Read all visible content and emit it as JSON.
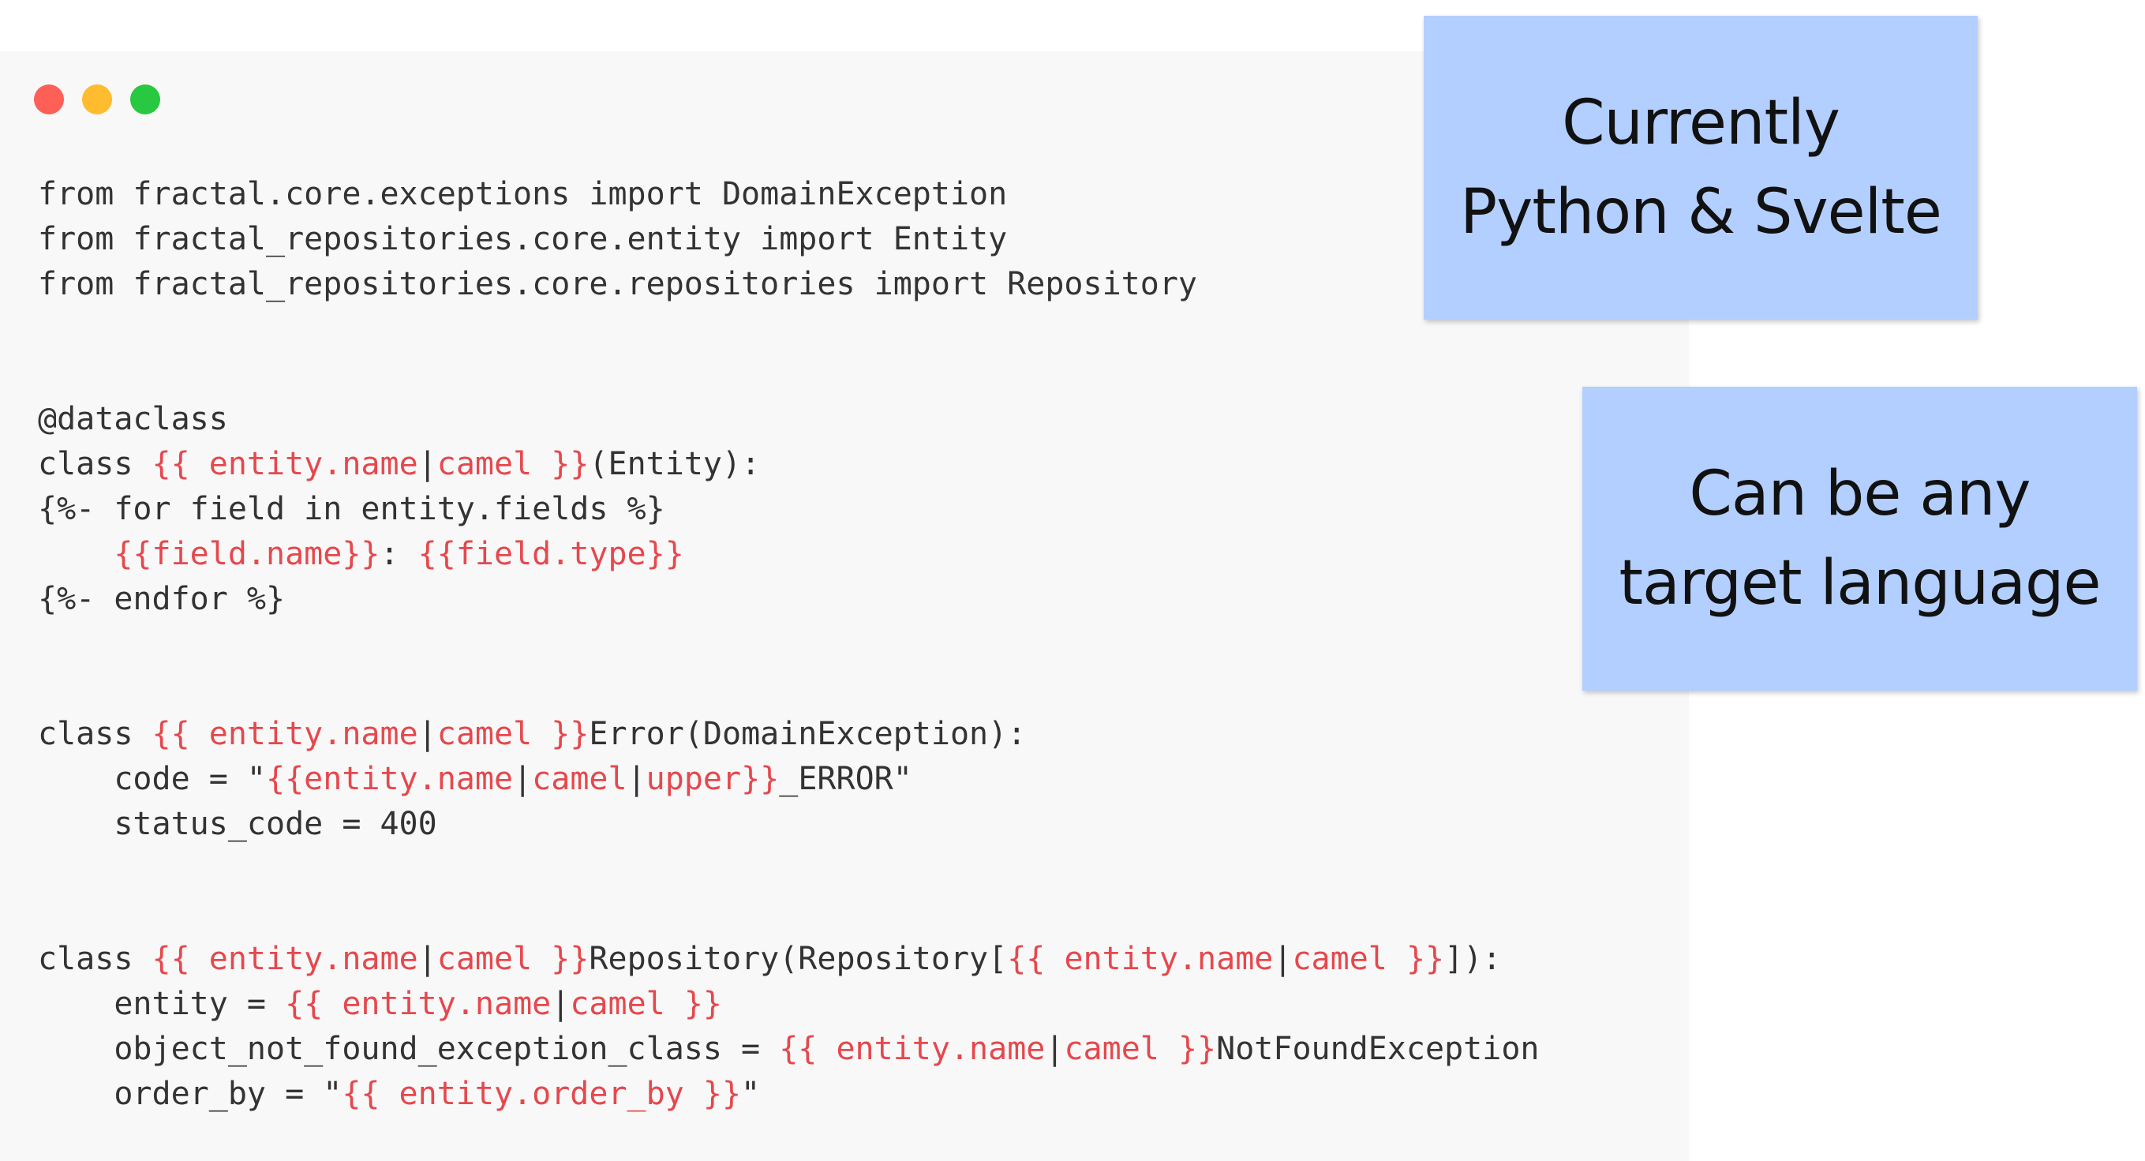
{
  "window": {
    "buttons": {
      "close": "close-button",
      "minimize": "minimize-button",
      "zoom": "zoom-button"
    }
  },
  "code": {
    "lines": [
      [
        {
          "t": "from fractal.core.exceptions import DomainException",
          "k": "plain"
        }
      ],
      [
        {
          "t": "from fractal_repositories.core.entity import Entity",
          "k": "plain"
        }
      ],
      [
        {
          "t": "from fractal_repositories.core.repositories import Repository",
          "k": "plain"
        }
      ],
      [],
      [],
      [
        {
          "t": "@dataclass",
          "k": "plain"
        }
      ],
      [
        {
          "t": "class ",
          "k": "plain"
        },
        {
          "t": "{{ entity.name",
          "k": "tpl"
        },
        {
          "t": "|",
          "k": "plain"
        },
        {
          "t": "camel }}",
          "k": "tpl"
        },
        {
          "t": "(Entity):",
          "k": "plain"
        }
      ],
      [
        {
          "t": "{%- for field in entity.fields %}",
          "k": "plain"
        }
      ],
      [
        {
          "t": "    ",
          "k": "plain"
        },
        {
          "t": "{{field.name}}",
          "k": "tpl"
        },
        {
          "t": ": ",
          "k": "plain"
        },
        {
          "t": "{{field.type}}",
          "k": "tpl"
        }
      ],
      [
        {
          "t": "{%- endfor %}",
          "k": "plain"
        }
      ],
      [],
      [],
      [
        {
          "t": "class ",
          "k": "plain"
        },
        {
          "t": "{{ entity.name",
          "k": "tpl"
        },
        {
          "t": "|",
          "k": "plain"
        },
        {
          "t": "camel }}",
          "k": "tpl"
        },
        {
          "t": "Error(DomainException):",
          "k": "plain"
        }
      ],
      [
        {
          "t": "    code = \"",
          "k": "plain"
        },
        {
          "t": "{{entity.name",
          "k": "tpl"
        },
        {
          "t": "|",
          "k": "plain"
        },
        {
          "t": "camel",
          "k": "tpl"
        },
        {
          "t": "|",
          "k": "plain"
        },
        {
          "t": "upper}}",
          "k": "tpl"
        },
        {
          "t": "_ERROR\"",
          "k": "plain"
        }
      ],
      [
        {
          "t": "    status_code = 400",
          "k": "plain"
        }
      ],
      [],
      [],
      [
        {
          "t": "class ",
          "k": "plain"
        },
        {
          "t": "{{ entity.name",
          "k": "tpl"
        },
        {
          "t": "|",
          "k": "plain"
        },
        {
          "t": "camel }}",
          "k": "tpl"
        },
        {
          "t": "Repository(Repository[",
          "k": "plain"
        },
        {
          "t": "{{ entity.name",
          "k": "tpl"
        },
        {
          "t": "|",
          "k": "plain"
        },
        {
          "t": "camel }}",
          "k": "tpl"
        },
        {
          "t": "]):",
          "k": "plain"
        }
      ],
      [
        {
          "t": "    entity = ",
          "k": "plain"
        },
        {
          "t": "{{ entity.name",
          "k": "tpl"
        },
        {
          "t": "|",
          "k": "plain"
        },
        {
          "t": "camel }}",
          "k": "tpl"
        }
      ],
      [
        {
          "t": "    object_not_found_exception_class = ",
          "k": "plain"
        },
        {
          "t": "{{ entity.name",
          "k": "tpl"
        },
        {
          "t": "|",
          "k": "plain"
        },
        {
          "t": "camel }}",
          "k": "tpl"
        },
        {
          "t": "NotFoundException",
          "k": "plain"
        }
      ],
      [
        {
          "t": "    order_by = \"",
          "k": "plain"
        },
        {
          "t": "{{ entity.order_by }}",
          "k": "tpl"
        },
        {
          "t": "\"",
          "k": "plain"
        }
      ]
    ]
  },
  "notes": {
    "note1": {
      "line1": "Currently",
      "line2": "Python & Svelte"
    },
    "note2": {
      "line1": "Can be any",
      "line2": "target language"
    }
  },
  "colors": {
    "template_token": "#e5484d",
    "code_text": "#333333",
    "note_background": "#b3cfff"
  }
}
